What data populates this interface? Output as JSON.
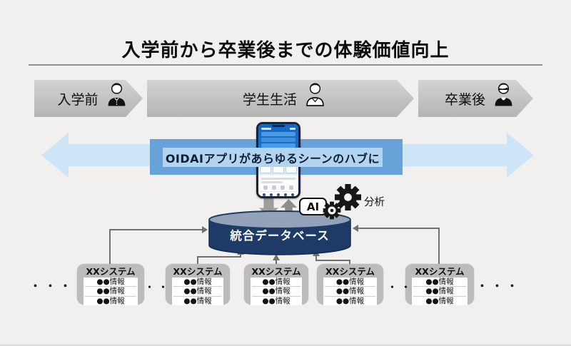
{
  "title": "入学前から卒業後までの体験価値向上",
  "stages": [
    {
      "label": "入学前",
      "icon": "student-uniform-icon"
    },
    {
      "label": "学生生活",
      "icon": "student-casual-icon"
    },
    {
      "label": "卒業後",
      "icon": "businessperson-icon"
    }
  ],
  "banner": {
    "text": "OIDAIアプリがあらゆるシーンのハブに"
  },
  "ai": {
    "label": "AI",
    "analysis_label": "分析"
  },
  "database": {
    "label": "統合データベース"
  },
  "systems": [
    {
      "title": "XXシステム",
      "items": [
        "●●情報",
        "●●情報",
        "●●情報"
      ]
    },
    {
      "title": "XXシステム",
      "items": [
        "●●情報",
        "●●情報",
        "●●情報"
      ]
    },
    {
      "title": "XXシステム",
      "items": [
        "●●情報",
        "●●情報",
        "●●情報"
      ]
    },
    {
      "title": "XXシステム",
      "items": [
        "●●情報",
        "●●情報",
        "●●情報"
      ]
    },
    {
      "title": "XXシステム",
      "items": [
        "●●情報",
        "●●情報",
        "●●情報"
      ]
    }
  ],
  "ellipses": {
    "left": "・・・",
    "gap_left": "・・",
    "gap_right": "・・",
    "right": "・・・"
  },
  "colors": {
    "background": "#f1f0ee",
    "stage_arrow_gray": "#c6c6c6",
    "flow_arrow_light_blue": "#cde5f6",
    "banner_blue": "#67a3d9",
    "banner_highlight": "#b3d4ee",
    "database_navy": "#1e3a66",
    "database_top": "#93a2b8",
    "system_box_gray": "#bcbcbc",
    "connector_gray": "#707070"
  }
}
